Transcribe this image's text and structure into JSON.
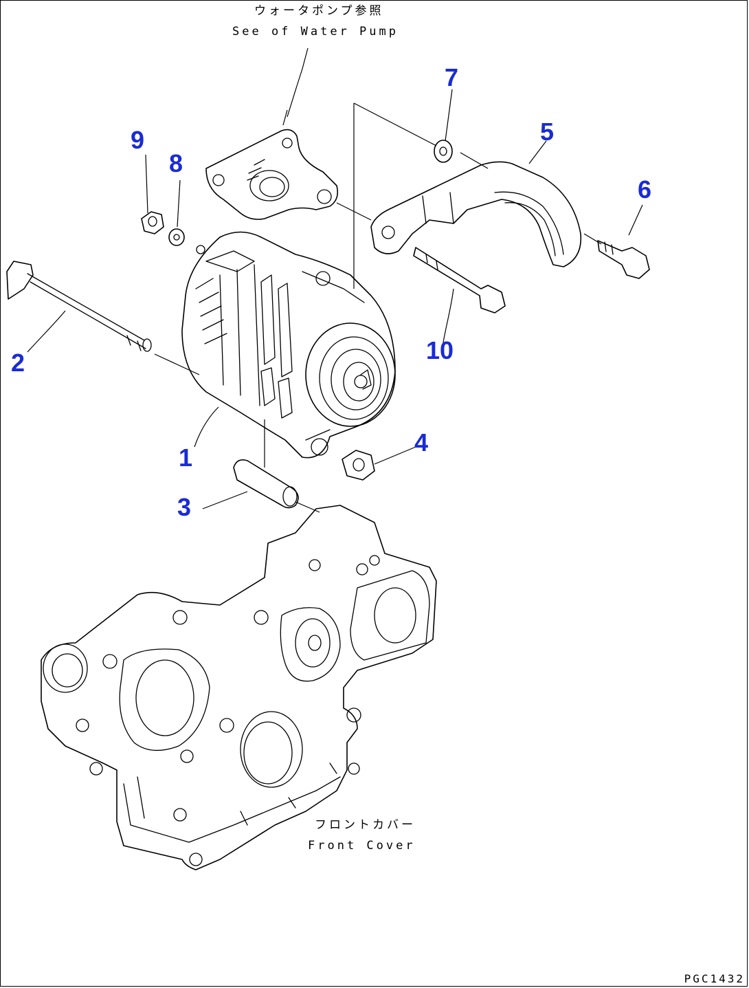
{
  "notes": {
    "water_pump_jp": "ウォータポンプ参照",
    "water_pump_en": "See of Water Pump",
    "front_cover_jp": "フロントカバー",
    "front_cover_en": "Front Cover"
  },
  "drawing_code": "PGC1432",
  "callouts": [
    "1",
    "2",
    "3",
    "4",
    "5",
    "6",
    "7",
    "8",
    "9",
    "10"
  ],
  "colors": {
    "callout": "#1a2bd6",
    "line": "#000000"
  }
}
